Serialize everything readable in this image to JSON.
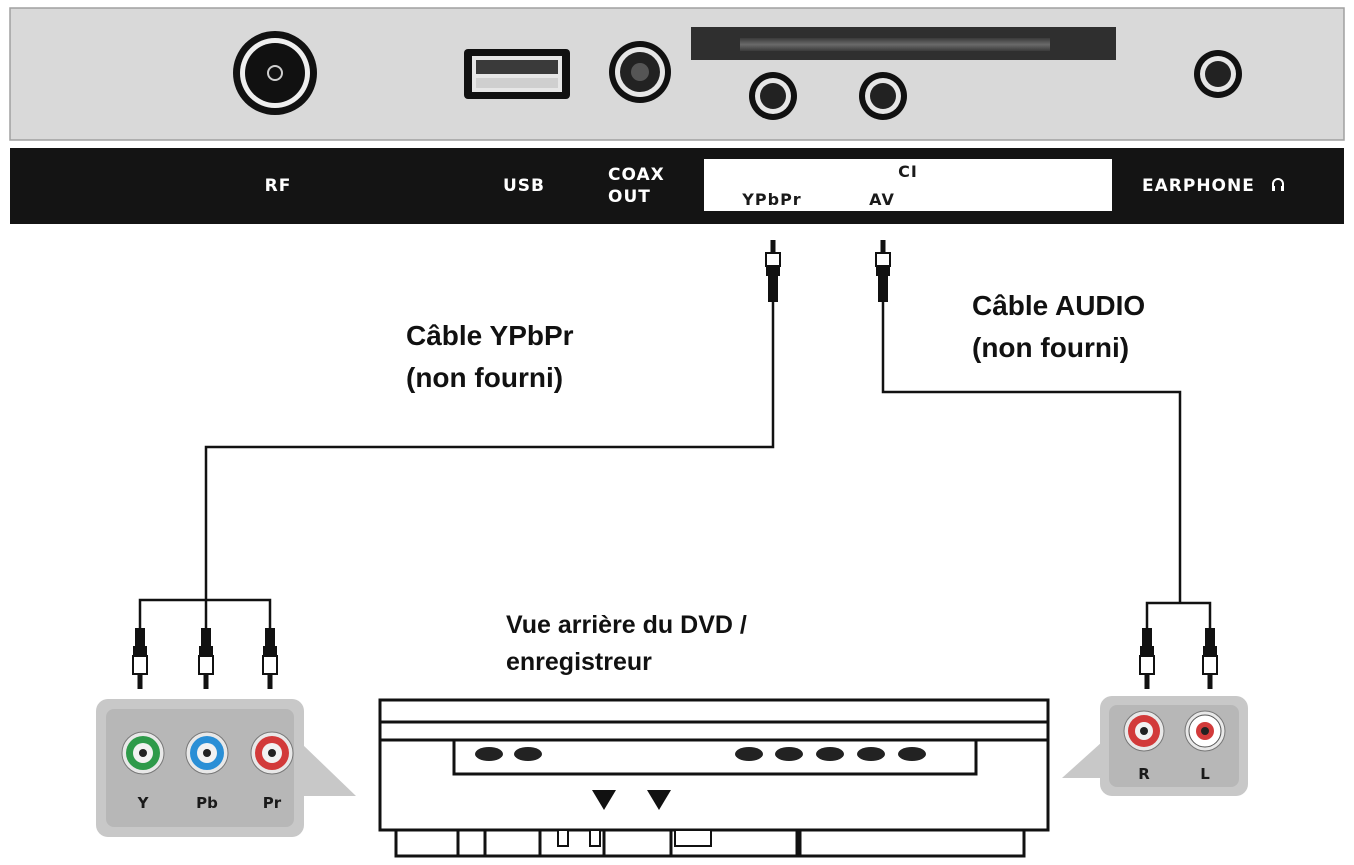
{
  "tv_panel": {
    "ports": {
      "rf": "RF",
      "usb": "USB",
      "coax_line1": "COAX",
      "coax_line2": "OUT",
      "ci": "CI",
      "ypbpr": "YPbPr",
      "av": "AV",
      "earphone": "EARPHONE"
    }
  },
  "cables": {
    "ypbpr_line1": "Câble YPbPr",
    "ypbpr_line2": "(non fourni)",
    "audio_line1": "Câble AUDIO",
    "audio_line2": "(non fourni)"
  },
  "dvd": {
    "caption_line1": "Vue arrière du DVD /",
    "caption_line2": "enregistreur",
    "video_jacks": [
      {
        "label": "Y",
        "color": "#2e9a4a"
      },
      {
        "label": "Pb",
        "color": "#2a8fd6"
      },
      {
        "label": "Pr",
        "color": "#d23a3a"
      }
    ],
    "audio_jacks": [
      {
        "label": "R",
        "color": "#d23a3a"
      },
      {
        "label": "L",
        "color": "#ffffff"
      }
    ]
  }
}
